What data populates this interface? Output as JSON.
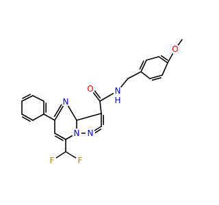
{
  "molecule": {
    "atom_labels": {
      "n_ring_top": "N",
      "n_ring_bridge": "N",
      "n_ring_pyrazole": "N",
      "n_amide": "N",
      "h_amide": "H",
      "o_carbonyl": "O",
      "o_methoxy": "O",
      "f_left": "F",
      "f_right": "F"
    },
    "colors": {
      "bond": "#000000",
      "nitrogen": "#0000ff",
      "oxygen": "#ff0000",
      "fluorine": "#b8860b"
    }
  }
}
